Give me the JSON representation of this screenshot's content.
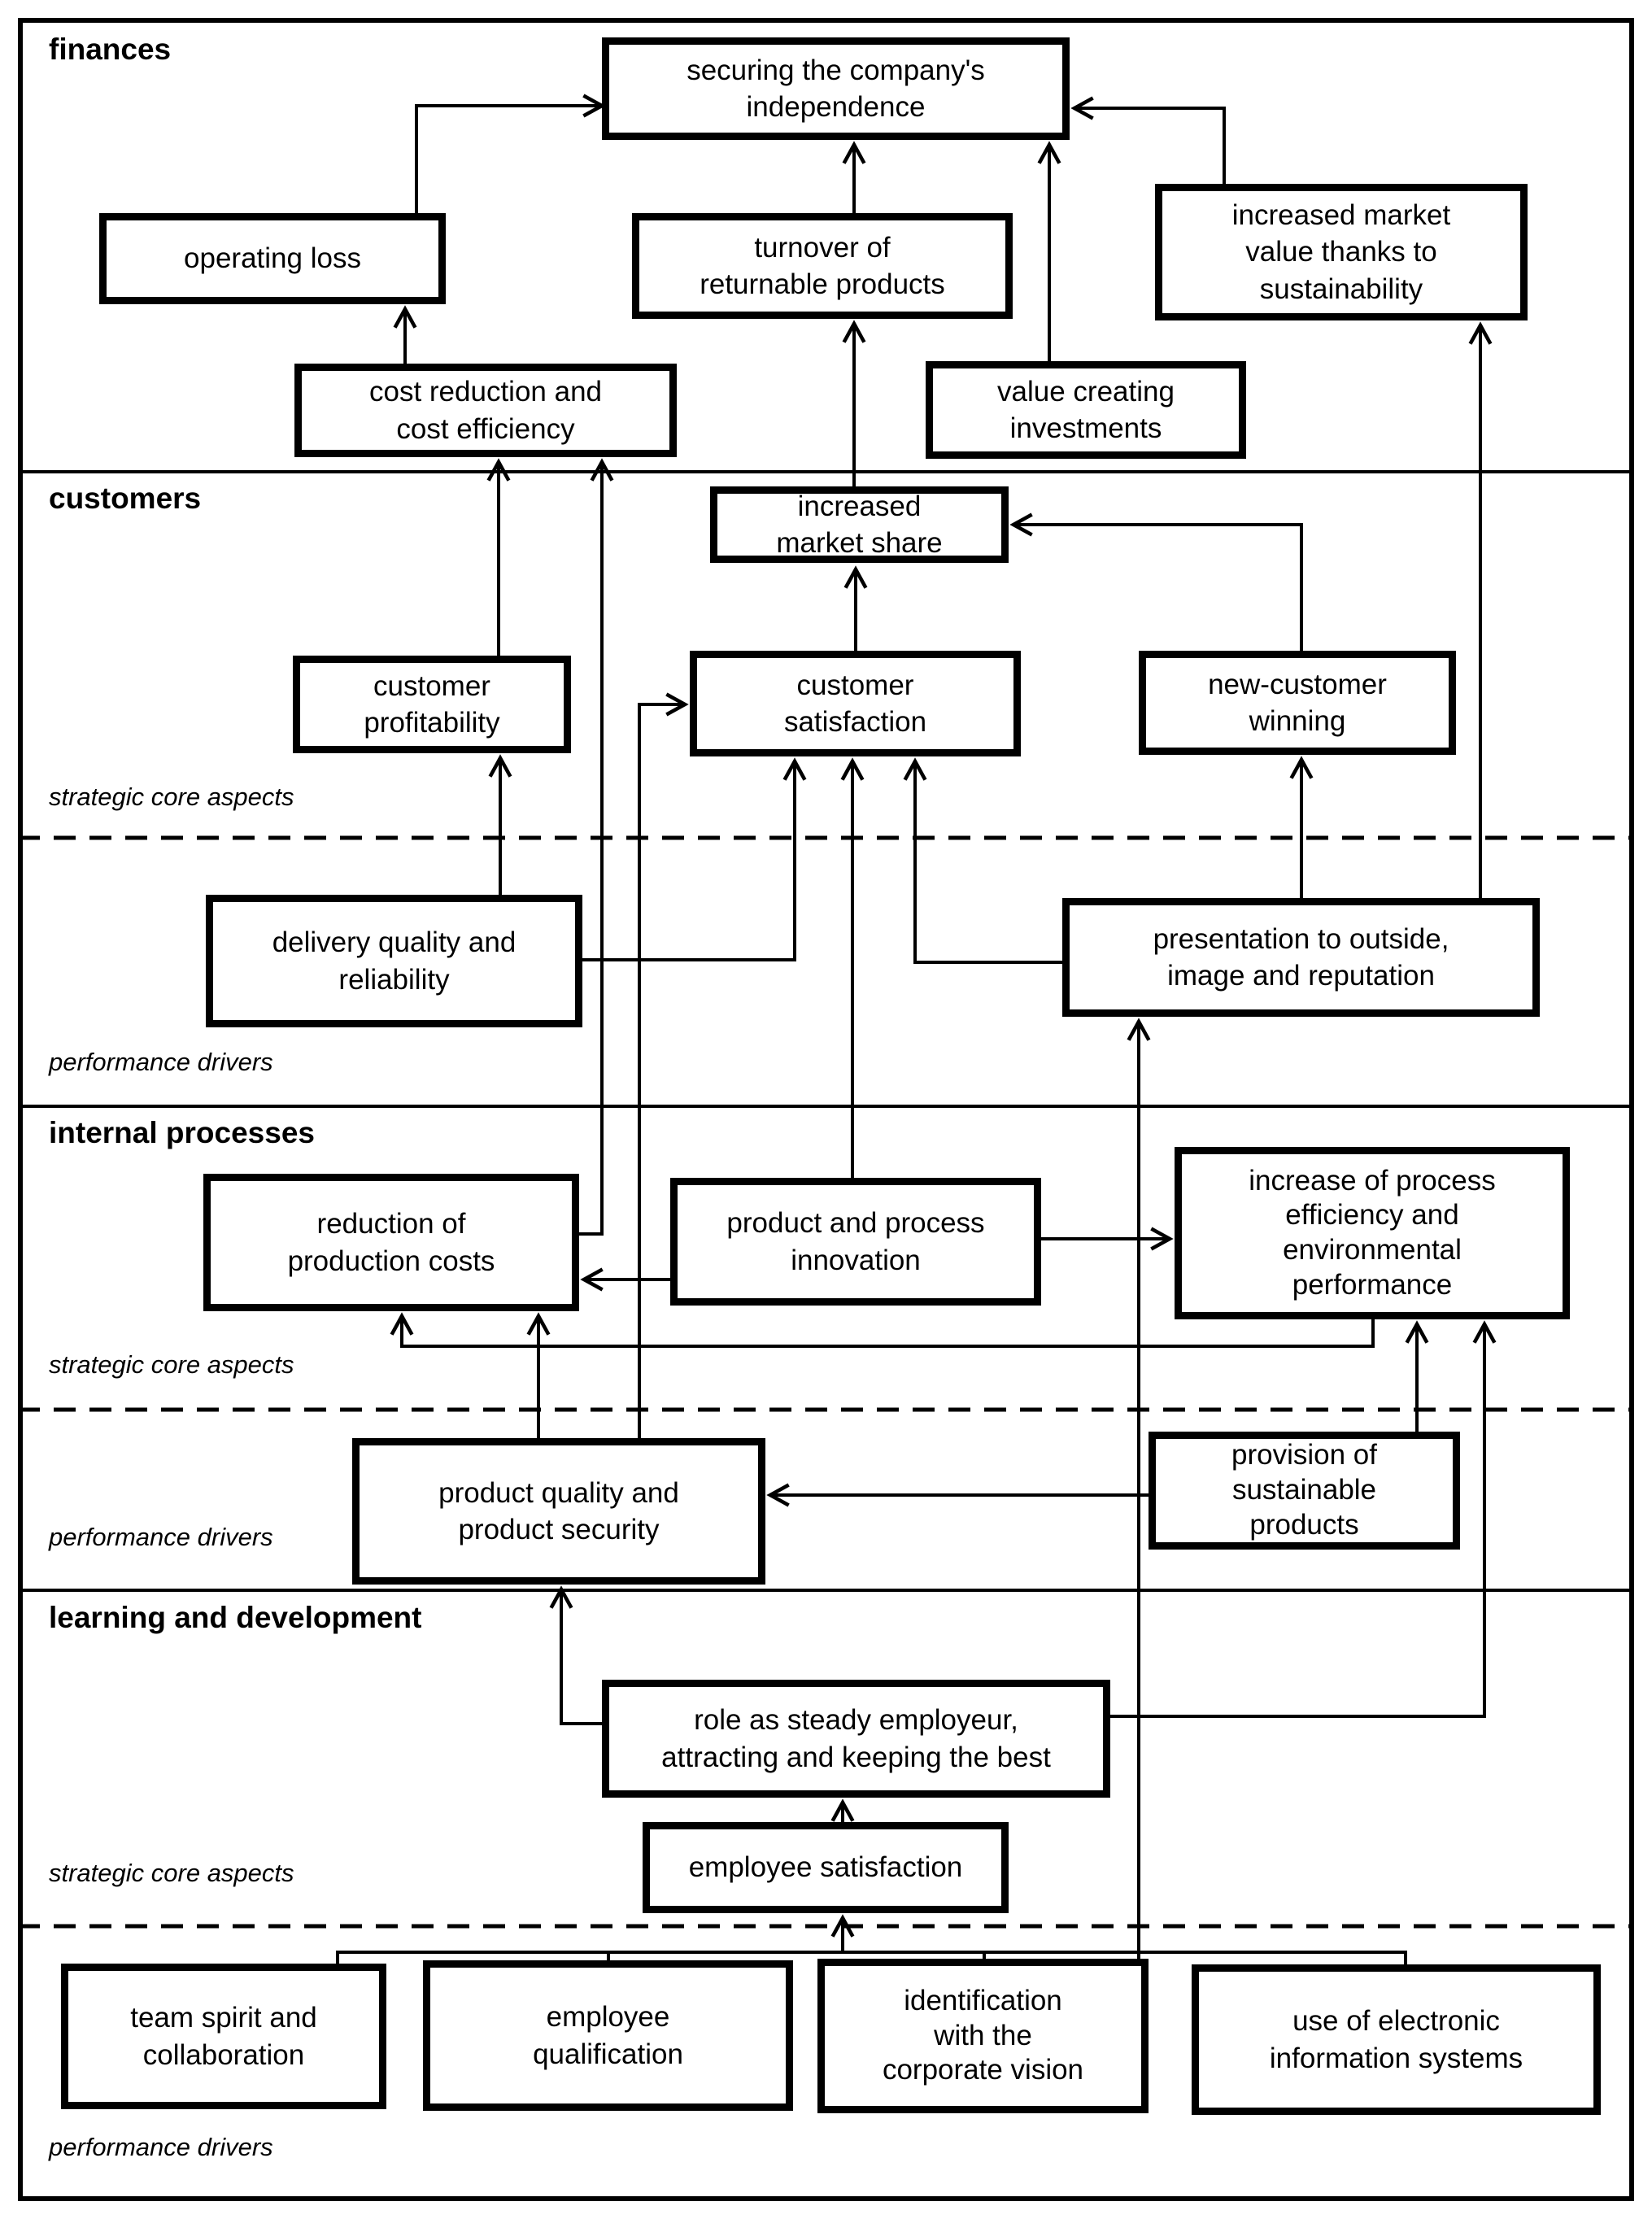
{
  "colors": {
    "line": "#000000",
    "background": "#ffffff",
    "text": "#000000"
  },
  "sections": [
    {
      "id": "finances",
      "label": "finances"
    },
    {
      "id": "customers",
      "label": "customers"
    },
    {
      "id": "internal",
      "label": "internal processes"
    },
    {
      "id": "learning",
      "label": "learning and development"
    }
  ],
  "zone_labels": {
    "customers_strategic": "strategic core aspects",
    "customers_performance": "performance drivers",
    "internal_strategic": "strategic core aspects",
    "internal_performance": "performance drivers",
    "learning_strategic": "strategic core aspects",
    "learning_performance": "performance drivers"
  },
  "nodes": {
    "securing": {
      "label": "securing the company's\nindependence"
    },
    "operating_loss": {
      "label": "operating loss"
    },
    "turnover": {
      "label": "turnover of\nreturnable products"
    },
    "market_value": {
      "label": "increased market\nvalue thanks to\nsustainability"
    },
    "cost_reduction": {
      "label": "cost reduction and\ncost efficiency"
    },
    "value_creating": {
      "label": "value creating\ninvestments"
    },
    "market_share": {
      "label": "increased\nmarket share"
    },
    "customer_profitability": {
      "label": "customer\nprofitability"
    },
    "customer_satisfaction": {
      "label": "customer\nsatisfaction"
    },
    "new_customer": {
      "label": "new-customer\nwinning"
    },
    "delivery_quality": {
      "label": "delivery quality and\nreliability"
    },
    "presentation": {
      "label": "presentation to outside,\nimage and reputation"
    },
    "reduction_costs": {
      "label": "reduction of\nproduction costs"
    },
    "innovation": {
      "label": "product and process\ninnovation"
    },
    "process_efficiency": {
      "label": "increase of process\nefficiency and\nenvironmental\nperformance"
    },
    "product_quality": {
      "label": "product quality and\nproduct security"
    },
    "provision": {
      "label": "provision of\nsustainable\nproducts"
    },
    "role_employer": {
      "label": "role as steady employeur,\nattracting and keeping the best"
    },
    "employee_satisfaction": {
      "label": "employee satisfaction"
    },
    "team_spirit": {
      "label": "team spirit and\ncollaboration"
    },
    "employee_qualification": {
      "label": "employee\nqualification"
    },
    "identification": {
      "label": "identification\nwith the\ncorporate vision"
    },
    "electronic_systems": {
      "label": "use of electronic\ninformation systems"
    }
  },
  "edges": [
    {
      "from": "operating loss",
      "to": "securing the company's independence"
    },
    {
      "from": "turnover of returnable products",
      "to": "securing the company's independence"
    },
    {
      "from": "value creating investments",
      "to": "securing the company's independence"
    },
    {
      "from": "increased market value thanks to sustainability",
      "to": "securing the company's independence"
    },
    {
      "from": "cost reduction and cost efficiency",
      "to": "operating loss"
    },
    {
      "from": "increased market share",
      "to": "turnover of returnable products"
    },
    {
      "from": "customer satisfaction",
      "to": "increased market share"
    },
    {
      "from": "new-customer winning",
      "to": "increased market share"
    },
    {
      "from": "customer profitability",
      "to": "cost reduction and cost efficiency"
    },
    {
      "from": "reduction of production costs",
      "to": "cost reduction and cost efficiency"
    },
    {
      "from": "delivery quality and reliability",
      "to": "customer profitability"
    },
    {
      "from": "delivery quality and reliability",
      "to": "customer satisfaction"
    },
    {
      "from": "product and process innovation",
      "to": "customer satisfaction"
    },
    {
      "from": "presentation to outside, image and reputation",
      "to": "customer satisfaction"
    },
    {
      "from": "presentation to outside, image and reputation",
      "to": "new-customer winning"
    },
    {
      "from": "presentation to outside, image and reputation",
      "to": "increased market value thanks to sustainability"
    },
    {
      "from": "product quality and product security",
      "to": "customer satisfaction"
    },
    {
      "from": "product quality and product security",
      "to": "reduction of production costs"
    },
    {
      "from": "product and process innovation",
      "to": "reduction of production costs"
    },
    {
      "from": "product and process innovation",
      "to": "increase of process efficiency and environmental performance"
    },
    {
      "from": "increase of process efficiency and environmental performance",
      "to": "reduction of production costs"
    },
    {
      "from": "provision of sustainable products",
      "to": "increase of process efficiency and environmental performance"
    },
    {
      "from": "provision of sustainable products",
      "to": "product quality and product security"
    },
    {
      "from": "role as steady employeur, attracting and keeping the best",
      "to": "increase of process efficiency and environmental performance"
    },
    {
      "from": "role as steady employeur, attracting and keeping the best",
      "to": "product quality and product security"
    },
    {
      "from": "identification with the corporate vision",
      "to": "presentation to outside, image and reputation"
    },
    {
      "from": "employee satisfaction",
      "to": "role as steady employeur, attracting and keeping the best"
    },
    {
      "from": "team spirit and collaboration",
      "to": "employee satisfaction"
    },
    {
      "from": "employee qualification",
      "to": "employee satisfaction"
    },
    {
      "from": "identification with the corporate vision",
      "to": "employee satisfaction"
    },
    {
      "from": "use of electronic information systems",
      "to": "employee satisfaction"
    }
  ]
}
